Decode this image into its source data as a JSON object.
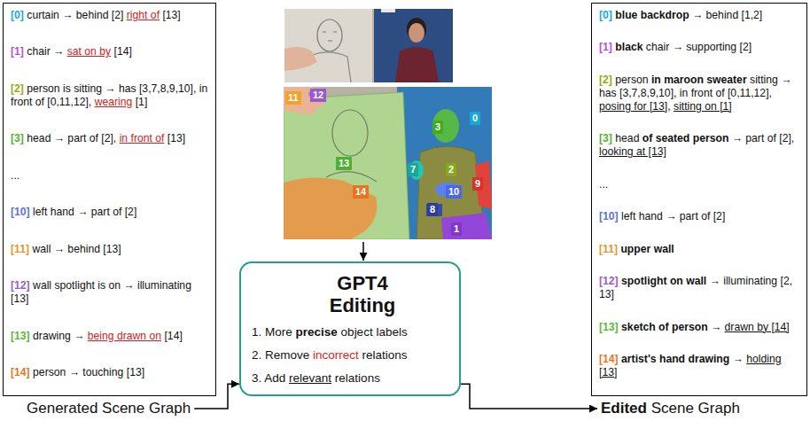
{
  "diagram": {
    "nodes": [
      {
        "text": [
          "[0]",
          "curtain → behind [2]",
          "right of",
          "[13]",
          "[1]",
          "chair →",
          "sat on by",
          "[14]",
          "[2]",
          "person is sitting → has [3,7,8,9,10], in front of [0,11,12],",
          "wearing",
          "[1]",
          "[3]",
          "head → part of [2],",
          "in front of",
          "[13]",
          "...",
          "[10]",
          "left hand → part of [2]",
          "[11]",
          "wall → behind [13]",
          "[12]",
          "wall spotlight is on → illuminating [13]",
          "[13]",
          "drawing →",
          "being drawn on",
          "[14]",
          "[14]",
          "person → touching [13]",
          "Generated Scene Graph"
        ]
      },
      {
        "text": [
          "GPT4 Editing",
          "1. More",
          "precise",
          "object labels",
          "2. Remove",
          "incorrect",
          "relations",
          "3. Add",
          "relevant",
          "relations"
        ]
      },
      {
        "text": [
          "[0]",
          "blue backdrop",
          "→ behind [1,2]",
          "[1]",
          "black",
          "chair → supporting [2]",
          "[2]",
          "person",
          "in maroon sweater",
          "sitting → has [3,7,8,9,10], in front of [0,11,12],",
          "posing for [13]",
          ",",
          "sitting on [1]",
          "[3]",
          "head",
          "of seated person",
          "→ part of [2],",
          "looking at [13]",
          "...",
          "[10]",
          "left hand → part of [2]",
          "[11]",
          "upper wall",
          "[12]",
          "spotlight on wall",
          "→ illuminating [2, 13]",
          "[13]",
          "sketch of person",
          "→",
          "drawn by [14]",
          "[14]",
          "artist's hand drawing",
          "→",
          "holding [13]",
          "Edited",
          "Scene Graph"
        ]
      }
    ],
    "edges": [
      {
        "from": 0,
        "to": 1,
        "arrow": "to"
      },
      {
        "from": 1,
        "to": 2,
        "arrow": "to"
      }
    ],
    "labels": [
      "11",
      "12",
      "3",
      "0",
      "13",
      "7",
      "2",
      "9",
      "10",
      "8",
      "14",
      "1"
    ]
  }
}
